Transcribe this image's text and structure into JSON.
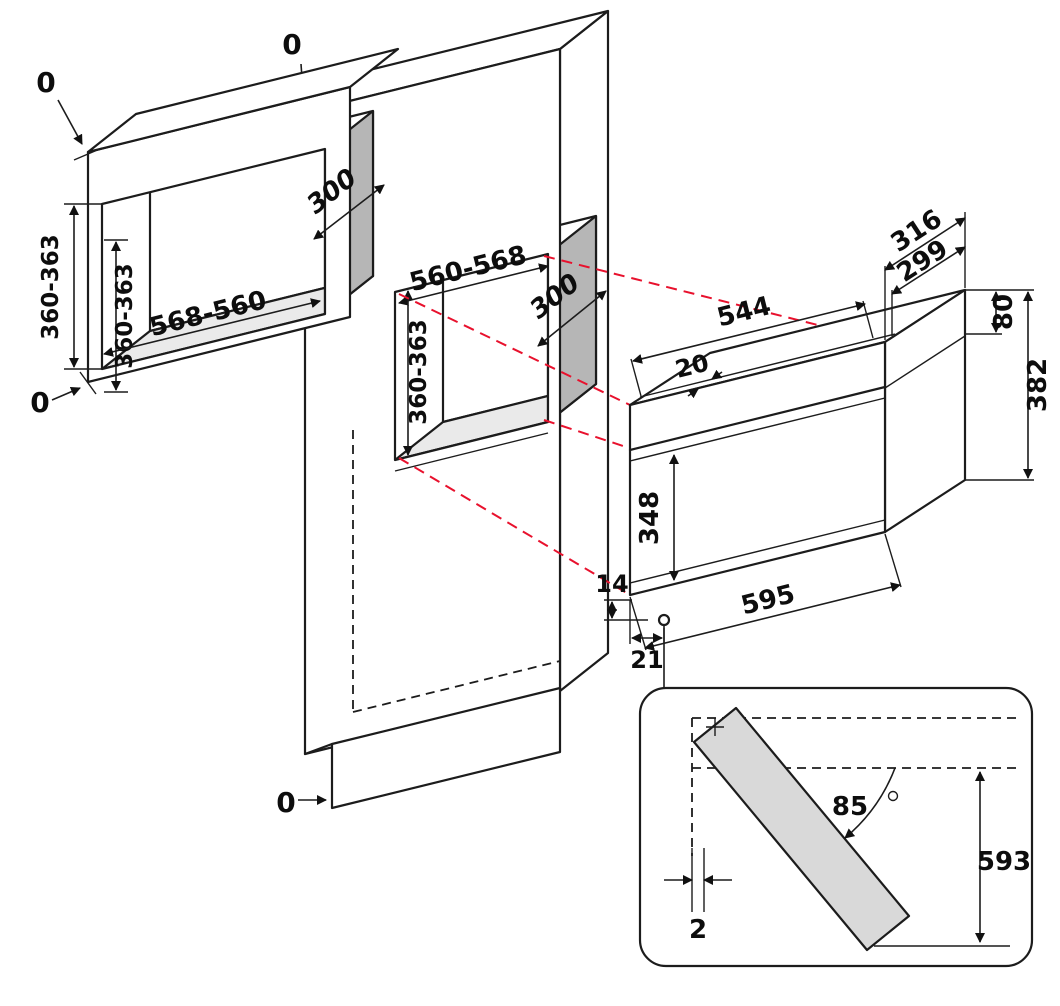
{
  "diagram": {
    "wall_cabinet": {
      "top_gap": "0",
      "bottom_gap": "0",
      "opening_width": "568-560",
      "niche_depth": "300",
      "niche_height_front": "360-363",
      "niche_height_back": "360-363"
    },
    "tall_cabinet": {
      "top_gap": "0",
      "bottom_gap": "0",
      "opening_width": "560-568",
      "niche_depth": "300",
      "niche_height": "360-363"
    },
    "appliance": {
      "depth_total": "316",
      "depth_body": "299",
      "top_width": "544",
      "frame_lip": "20",
      "top_section_height": "80",
      "total_height": "382",
      "door_height": "348",
      "hinge_offset_vertical": "14",
      "hinge_offset_horizontal": "21",
      "total_width": "595"
    },
    "door_detail": {
      "opening_angle": "85",
      "door_height": "593",
      "side_clearance": "2"
    }
  },
  "colors": {
    "projection_line": "#e8112d",
    "niche_side_shade": "#b6b6b6",
    "niche_floor_shade": "#eaeaea",
    "door_shade": "#d9d9d9"
  }
}
